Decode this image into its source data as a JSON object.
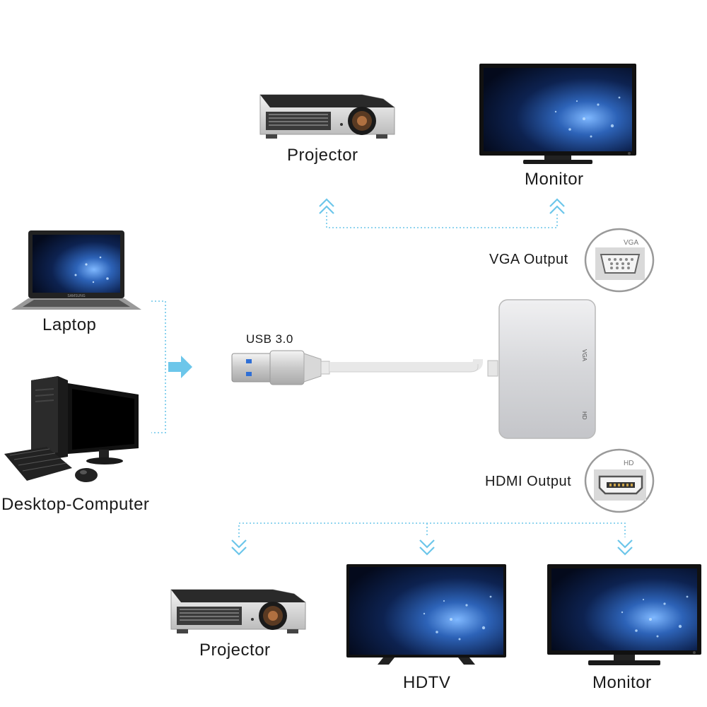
{
  "labels": {
    "projector_top": "Projector",
    "monitor_top": "Monitor",
    "vga_output": "VGA Output",
    "laptop": "Laptop",
    "usb": "USB 3.0",
    "desktop": "Desktop-Computer",
    "hdmi_output": "HDMI Output",
    "projector_bottom": "Projector",
    "hdtv": "HDTV",
    "monitor_bottom": "Monitor"
  },
  "port_marks": {
    "vga_badge": "VGA",
    "hd_badge": "HD",
    "adapter_vga": "VGA",
    "adapter_hd": "HD",
    "laptop_brand": "SAMSUNG"
  },
  "colors": {
    "connector": "#6cc6ea",
    "screen_dark": "#0a1530",
    "screen_glow": "#4b8fe0",
    "adapter": "#dcdde0"
  }
}
